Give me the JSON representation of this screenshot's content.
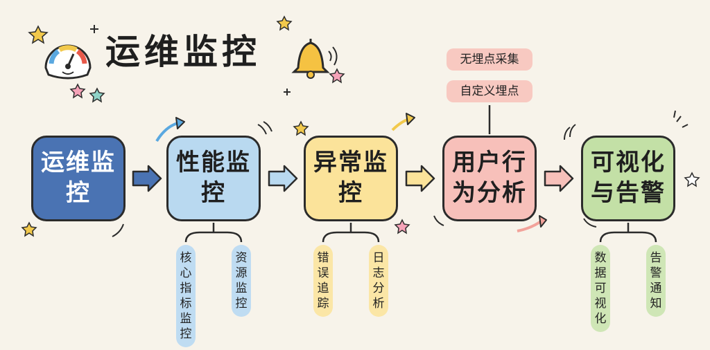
{
  "title": "运维监控",
  "flow": {
    "nodes": [
      {
        "label": "运维监控",
        "color": "#4a73b3"
      },
      {
        "label": "性能监控",
        "color": "#b9d9f0"
      },
      {
        "label": "异常监控",
        "color": "#fbe39a"
      },
      {
        "label": "用户行为分析",
        "color": "#f7c0ba"
      },
      {
        "label": "可视化与告警",
        "color": "#c3e0a6"
      }
    ]
  },
  "subitems": {
    "performance": [
      "核心指标监控",
      "资源监控"
    ],
    "exception": [
      "错误追踪",
      "日志分析"
    ],
    "behavior": [
      "无埋点采集",
      "自定义埋点"
    ],
    "visual": [
      "数据可视化",
      "告警通知"
    ]
  },
  "icons": [
    "gauge-icon",
    "bell-icon",
    "star-icon",
    "arrow-right-icon"
  ]
}
